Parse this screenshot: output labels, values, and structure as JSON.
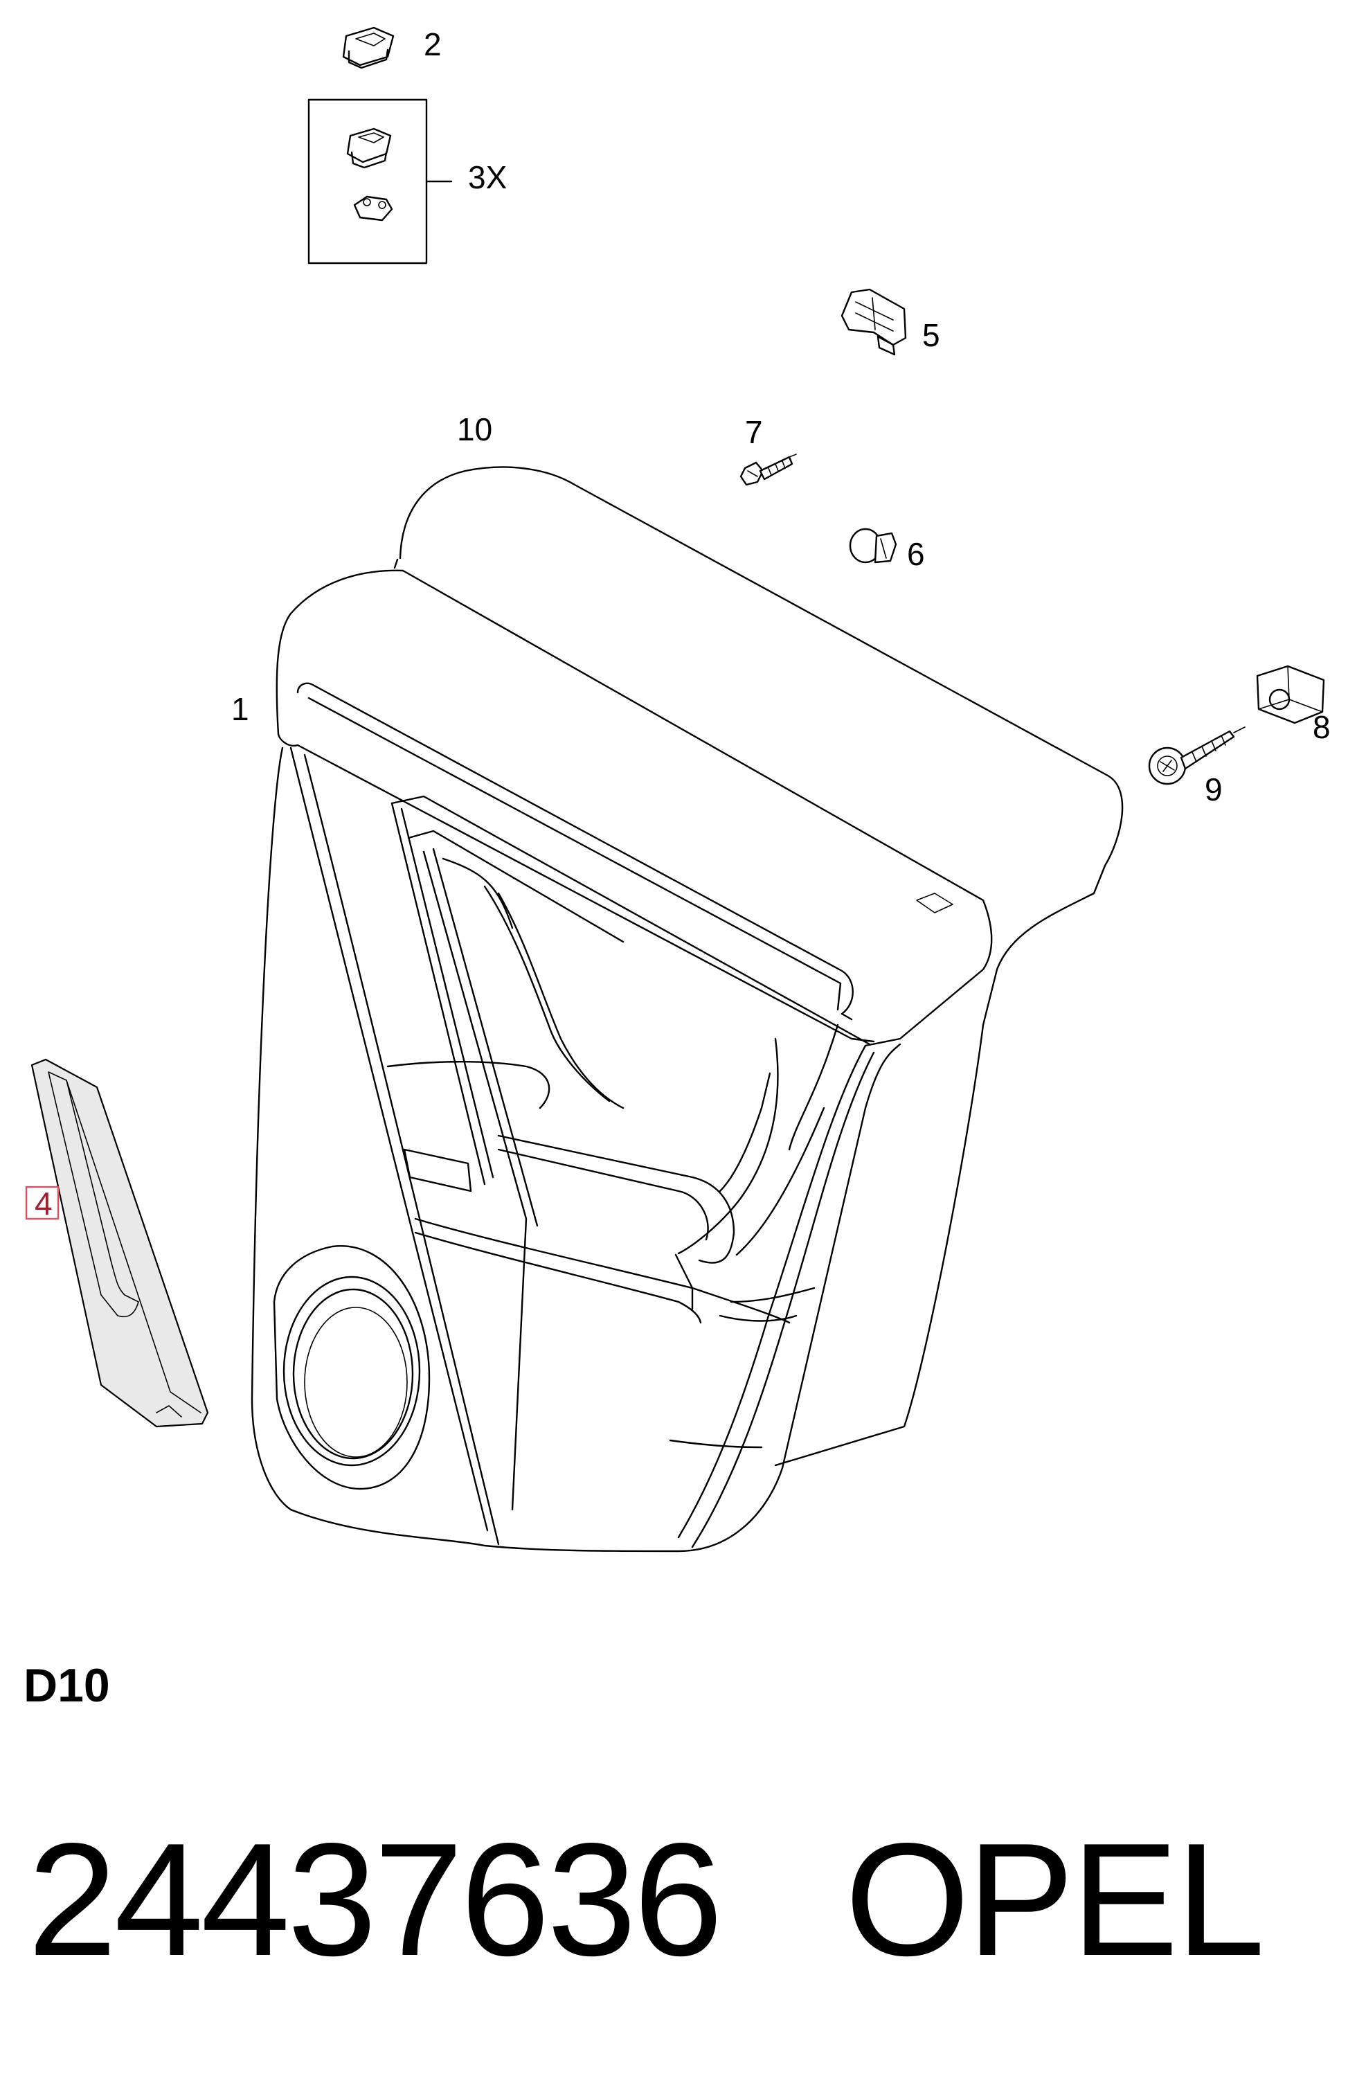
{
  "callouts": {
    "c1": "1",
    "c2": "2",
    "c3x": "3X",
    "c4": "4",
    "c5": "5",
    "c6": "6",
    "c7": "7",
    "c8": "8",
    "c9": "9",
    "c10": "10"
  },
  "highlight_color": "#e05060",
  "section_code": "D10",
  "footer": {
    "part_number": "24437636",
    "brand": "OPEL"
  }
}
